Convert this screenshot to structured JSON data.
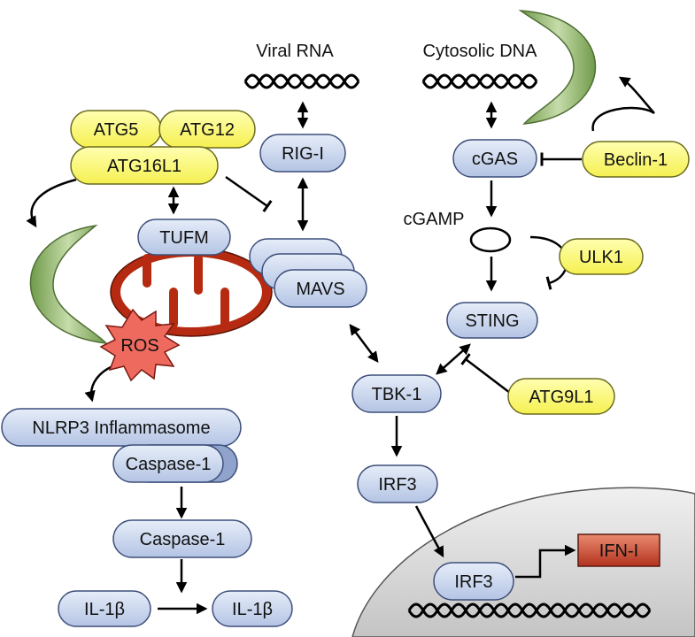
{
  "colors": {
    "protein_fill": "#c7d4ec",
    "protein_fill_dark": "#8fa3cc",
    "protein_stroke": "#3d4f7a",
    "autophagy_fill": "#ffff7a",
    "autophagy_stroke": "#6b6b20",
    "membrane_green": "#8fb06a",
    "mito_red": "#b52a10",
    "ros_fill": "#ee6a5e",
    "ifn_fill": "#c64a38",
    "nucleus_fill": "#d4d4d4"
  },
  "labels": {
    "viral_rna": "Viral RNA",
    "cytosolic_dna": "Cytosolic DNA",
    "cgamp": "cGAMP"
  },
  "nodes": {
    "atg5": "ATG5",
    "atg12": "ATG12",
    "atg16l1": "ATG16L1",
    "rig_i": "RIG-I",
    "tufm": "TUFM",
    "mavs": "MAVS",
    "ros": "ROS",
    "cgas": "cGAS",
    "beclin1": "Beclin-1",
    "ulk1": "ULK1",
    "sting": "STING",
    "tbk1": "TBK-1",
    "atg9l1": "ATG9L1",
    "irf3": "IRF3",
    "irf3_nuclear": "IRF3",
    "ifn": "IFN-I",
    "nlrp3": "NLRP3 Inflammasome",
    "caspase1_pro": "Caspase-1",
    "caspase1_active": "Caspase-1",
    "il1b_pro": "IL-1β",
    "il1b_mature": "IL-1β"
  }
}
